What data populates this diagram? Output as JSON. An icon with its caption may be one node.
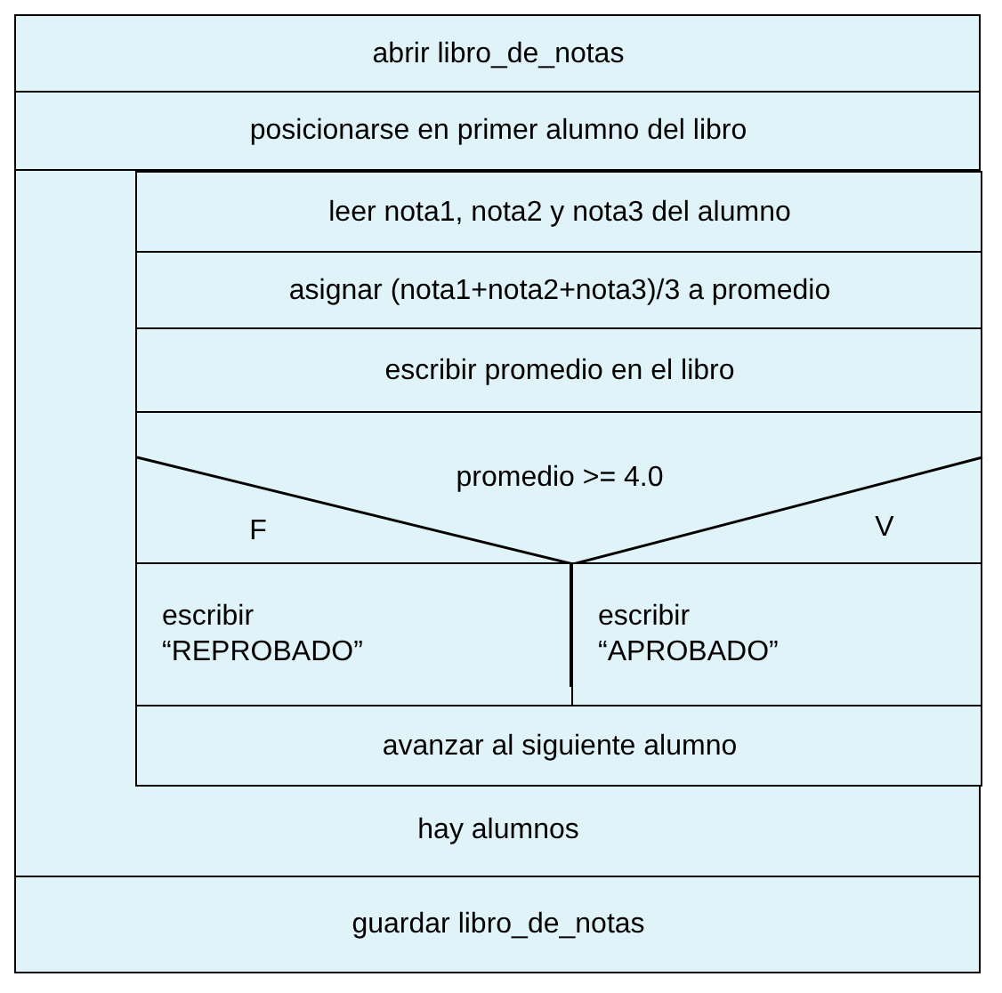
{
  "diagram": {
    "nodes": [
      {
        "text": [
          "abrir libro_de_notas"
        ]
      },
      {
        "text": [
          "posicionarse en primer alumno del libro"
        ]
      },
      {
        "text": [
          "hay alumnos"
        ]
      },
      {
        "text": [
          "leer nota1, nota2 y nota3 del alumno"
        ],
        "in": 2
      },
      {
        "text": [
          "asignar (nota1+nota2+nota3)/3 a promedio"
        ],
        "in": 2
      },
      {
        "text": [
          "escribir promedio en el libro"
        ],
        "in": 2
      },
      {
        "text": [
          "promedio >= 4.0",
          "F",
          "V"
        ],
        "in": 2
      },
      {
        "text": [
          "escribir “REPROBADO”"
        ],
        "in": 2
      },
      {
        "text": [
          "escribir “APROBADO”"
        ],
        "in": 2
      },
      {
        "text": [
          "avanzar al siguiente alumno"
        ],
        "in": 2
      },
      {
        "text": [
          "guardar libro_de_notas"
        ]
      }
    ]
  }
}
